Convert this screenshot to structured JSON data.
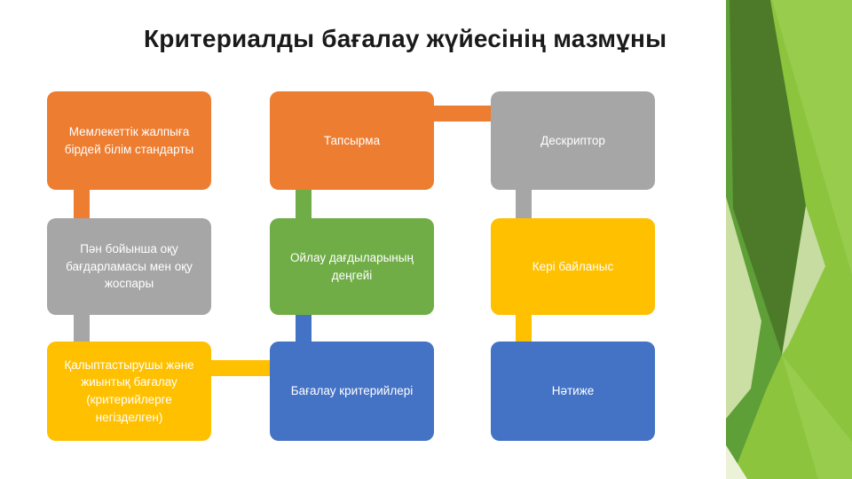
{
  "title": "Критериалды бағалау жүйесінің мазмұны",
  "colors": {
    "orange": "#ED7D31",
    "gray": "#A6A6A6",
    "yellow": "#FFC000",
    "green": "#70AD47",
    "blue": "#4472C4",
    "title_text": "#1A1A1A",
    "box_text": "#FFFFFF",
    "background": "#FFFFFF",
    "panel": {
      "base": "#8CC43E",
      "light": "#97CC4D",
      "medium": "#5F9F38",
      "dark": "#4C7A29",
      "pale": "#CBDFA4",
      "pale_sliver": "#C7DCA0",
      "corner": "#ECF2D8"
    }
  },
  "diagram": {
    "type": "process-grid",
    "boxes": [
      {
        "id": "standard",
        "label": "Мемлекеттік жалпыға бірдей білім стандарты",
        "color": "orange"
      },
      {
        "id": "curriculum",
        "label": "Пән бойынша оқу бағдарламасы мен оқу жоспары",
        "color": "gray"
      },
      {
        "id": "assessment",
        "label": "Қалыптастырушы және жиынтық бағалау (критерийлерге негізделген)",
        "color": "yellow"
      },
      {
        "id": "task",
        "label": "Тапсырма",
        "color": "orange"
      },
      {
        "id": "thinking",
        "label": "Ойлау дағдыларының деңгейі",
        "color": "green"
      },
      {
        "id": "criteria",
        "label": "Бағалау критерийлері",
        "color": "blue"
      },
      {
        "id": "descriptor",
        "label": "Дескриптор",
        "color": "gray"
      },
      {
        "id": "feedback",
        "label": "Кері байланыс",
        "color": "yellow"
      },
      {
        "id": "result",
        "label": "Нәтиже",
        "color": "blue"
      }
    ],
    "connectors": [
      {
        "from": "standard",
        "to": "curriculum",
        "orientation": "vertical",
        "color": "orange"
      },
      {
        "from": "curriculum",
        "to": "assessment",
        "orientation": "vertical",
        "color": "gray"
      },
      {
        "from": "task",
        "to": "thinking",
        "orientation": "vertical",
        "color": "green"
      },
      {
        "from": "thinking",
        "to": "criteria",
        "orientation": "vertical",
        "color": "blue"
      },
      {
        "from": "descriptor",
        "to": "feedback",
        "orientation": "vertical",
        "color": "gray"
      },
      {
        "from": "feedback",
        "to": "result",
        "orientation": "vertical",
        "color": "yellow"
      },
      {
        "from": "task",
        "to": "descriptor",
        "orientation": "horizontal",
        "color": "orange"
      },
      {
        "from": "assessment",
        "to": "criteria",
        "orientation": "horizontal",
        "color": "yellow"
      }
    ]
  }
}
